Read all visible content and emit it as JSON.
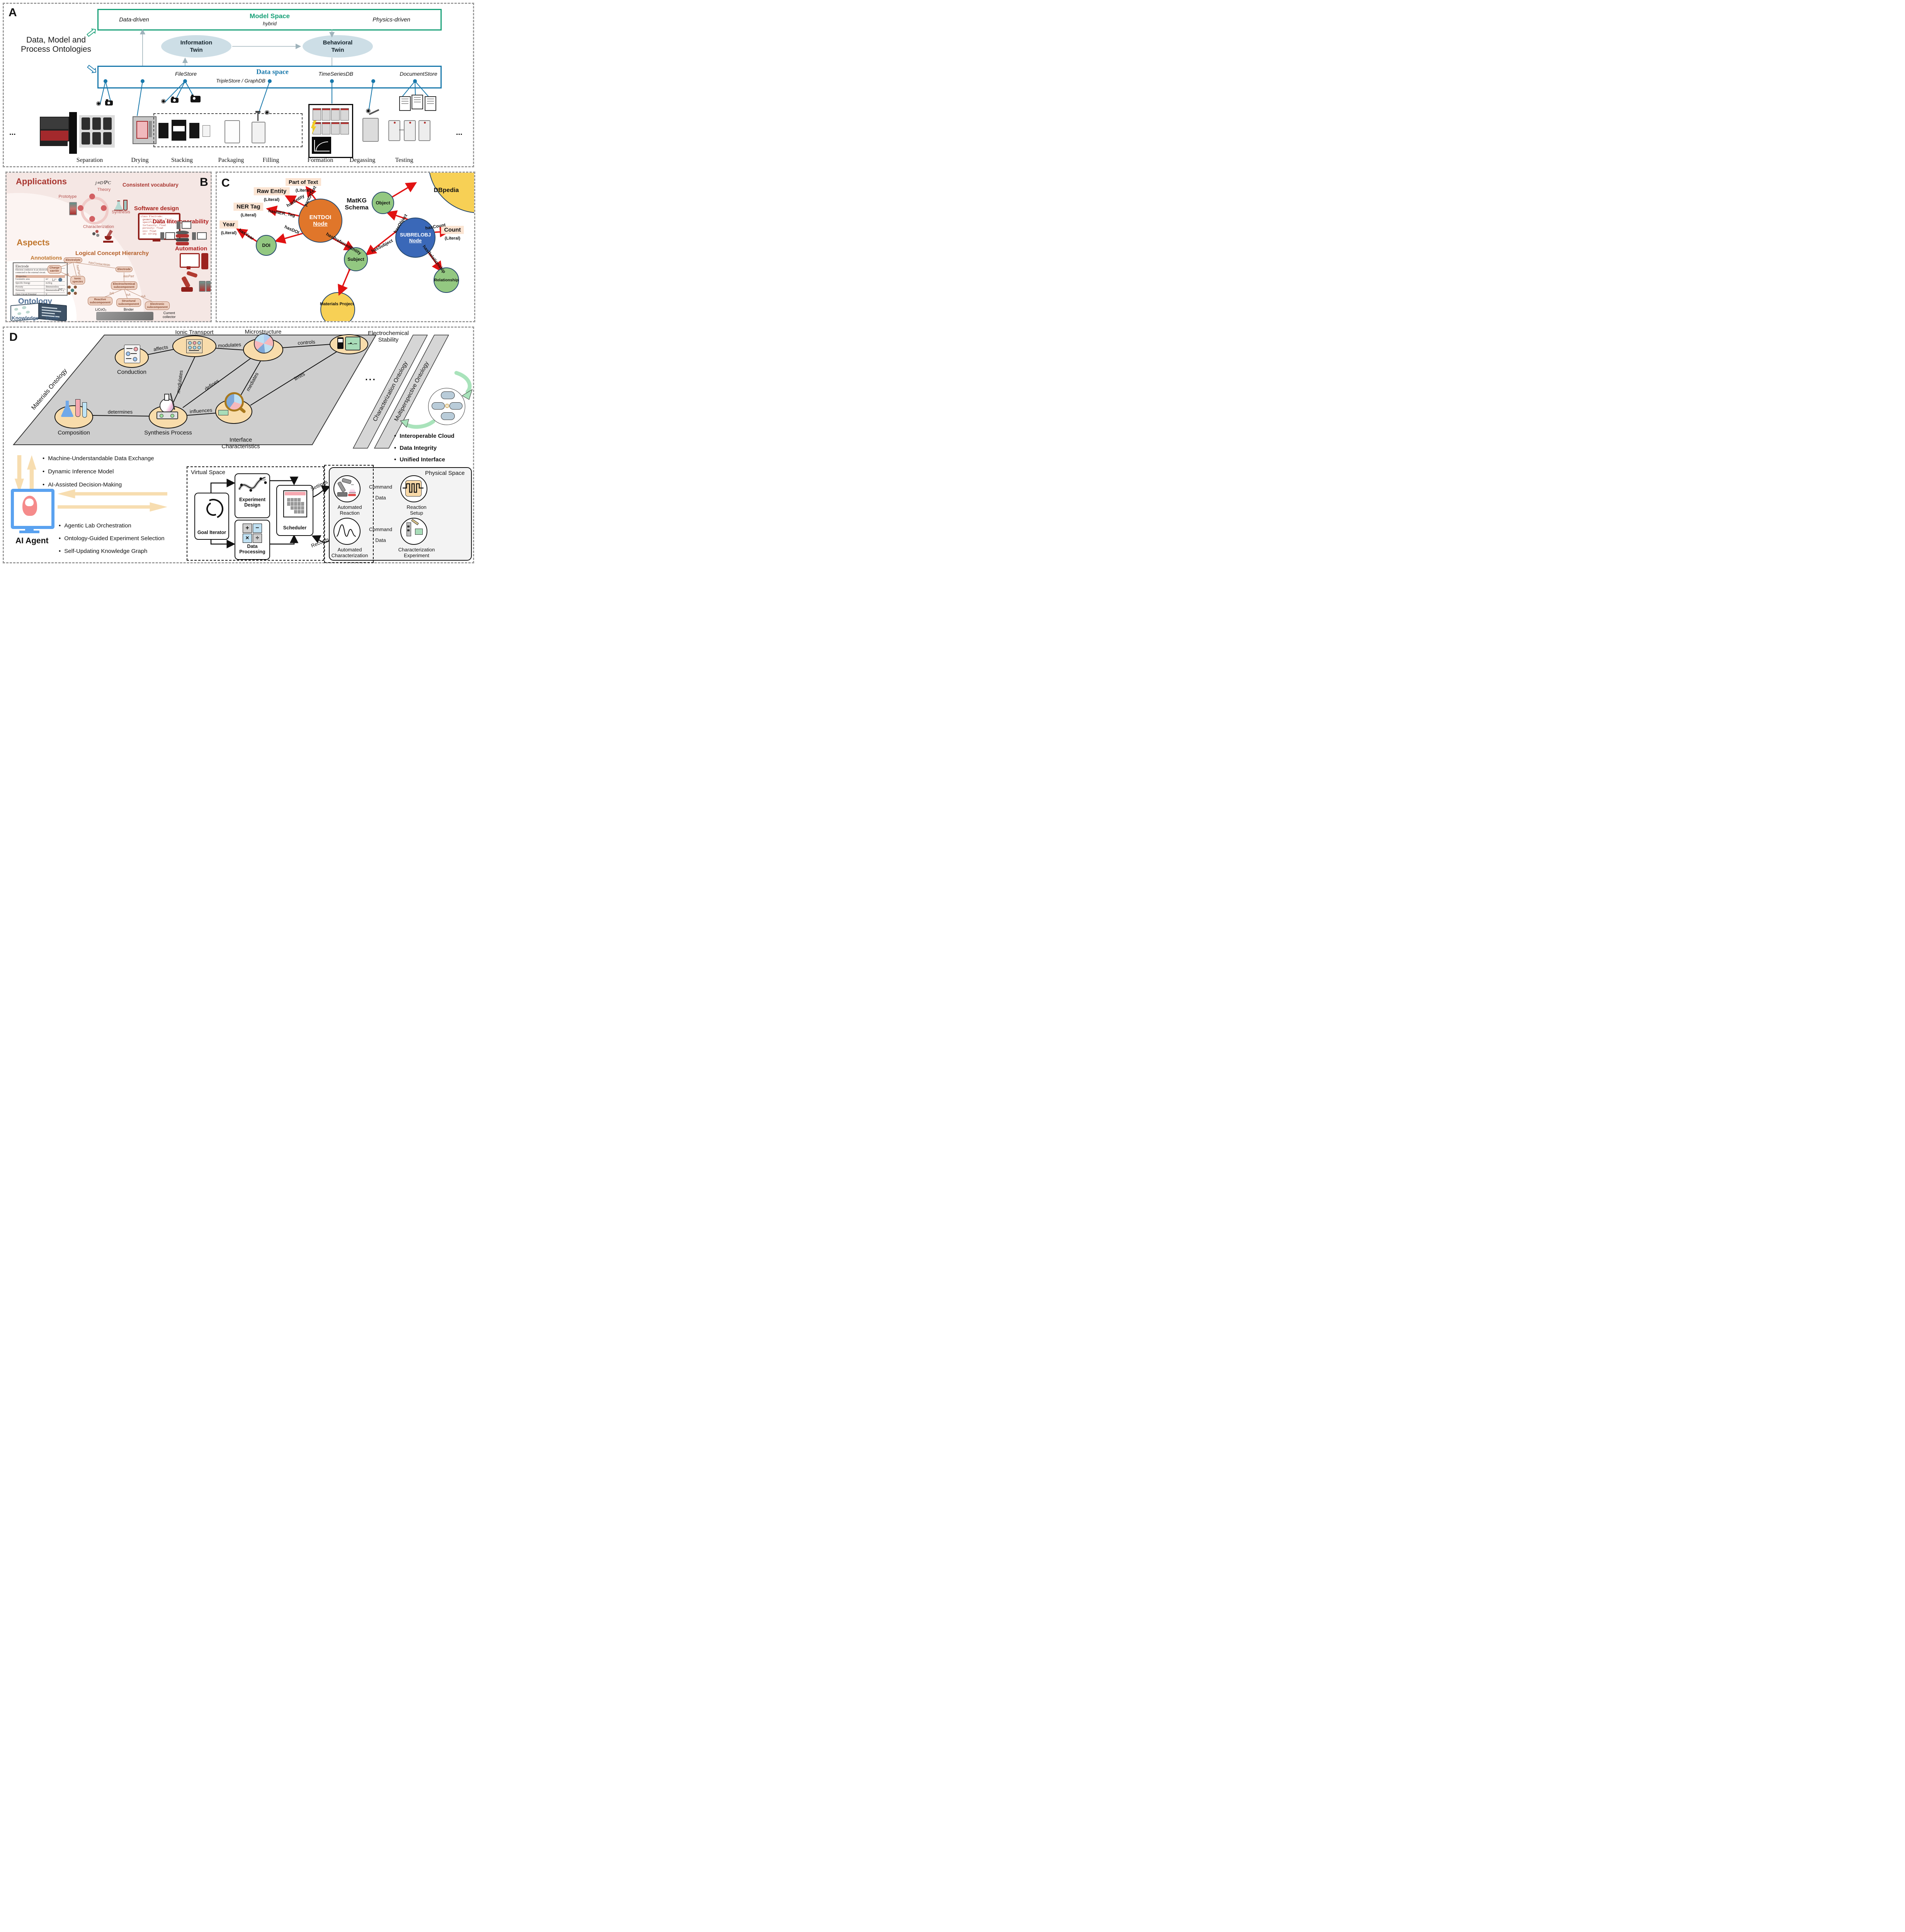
{
  "glyphs": {
    "lens": "◉",
    "block_arrow": "⇨",
    "gear": "⚙",
    "ellipsis": "...",
    "dash": "—"
  },
  "panelA": {
    "label": "A",
    "title_line1": "Data, Model and",
    "title_line2": "Process Ontologies",
    "model_space": {
      "title": "Model Space",
      "subtitle": "hybrid",
      "left_label": "Data-driven",
      "right_label": "Physics-driven"
    },
    "information_twin_line1": "Information",
    "information_twin_line2": "Twin",
    "behavioral_twin_line1": "Behavioral",
    "behavioral_twin_line2": "Twin",
    "data_space": {
      "title": "Data space",
      "subtitle": "TripleStore / GraphDB",
      "file_store": "FileStore",
      "timeseries_db": "TimeSeriesDB",
      "document_store": "DocumentStore"
    },
    "process_steps": [
      "Separation",
      "Drying",
      "Stacking",
      "Packaging",
      "Filling",
      "Formation",
      "Degassing",
      "Testing"
    ]
  },
  "panelB": {
    "label": "B",
    "applications_heading": "Applications",
    "consistent_vocabulary": "Consistent vocabulary",
    "cycle": {
      "formula": "j∝D∇²C",
      "theory": "Theory",
      "prototype": "Prototype",
      "synthesis": "Synthesis",
      "characterization": "Characterization"
    },
    "software_design_heading": "Software design",
    "code_lines": [
      "class Electrode:",
      "geometric_area: float",
      "specific_energy: float",
      "tortuosity: float",
      "porosity: float",
      "ocv: float",
      "id: string"
    ],
    "aspects_heading": "Aspects",
    "annotations_heading": "Annotations",
    "annotation_card": {
      "title": "Electrode",
      "description": "Electron conductor in an electrochemical cell connected to the external circuit.",
      "properties_header": "Properties",
      "rows": [
        {
          "name": "Geometric area",
          "unit": "m²"
        },
        {
          "name": "Specific Energy",
          "unit": "mAh/g"
        },
        {
          "name": "Porosity",
          "unit": "dimensionless"
        },
        {
          "name": "Tortuosity",
          "unit": "dimensionless"
        },
        {
          "name": "Open Circuit Potential",
          "unit": "V"
        }
      ]
    },
    "data_interoperability_heading": "Data Interoperability",
    "hierarchy_heading": "Logical Concept Hierarchy",
    "hierarchy": {
      "electrolyte": "Electrolyte",
      "has_contact_with": "hasContactWith",
      "electrode": "Electrode",
      "has_part_left": "hasPart",
      "has_part_right": "hasPart",
      "is_a_left": "isA",
      "charge_carrier_line1": "Charge",
      "charge_carrier_line2": "carrier",
      "ionic_species_line1": "Ionic",
      "ionic_species_line2": "species",
      "li_ion": "Li⁺",
      "pf6": "PF₆⁻",
      "electrochemical_sub_line1": "Electrochemical",
      "electrochemical_sub_line2": "subcomponent",
      "is_a_1": "isA",
      "is_a_2": "isA",
      "is_a_3": "isA",
      "reactive_sub_line1": "Reactive",
      "reactive_sub_line2": "subcomponent",
      "structural_sub_line1": "Structural",
      "structural_sub_line2": "subcomponent",
      "electronic_sub_line1": "Electronic",
      "electronic_sub_line2": "subcomponent",
      "licoo2": "LiCoO₂",
      "binder": "Binder",
      "current_collector_line1": "Current",
      "current_collector_line2": "collector"
    },
    "automation_heading": "Automation",
    "ontology_heading": "Ontology",
    "knowledge_label": "Knowledge",
    "code_label": "Code"
  },
  "panelC": {
    "label": "C",
    "schema_title_line1": "MatKG",
    "schema_title_line2": "Schema",
    "literal": "(Literal)",
    "nodes": {
      "part_of_text": "Part of Text",
      "raw_entity": "Raw Entity",
      "ner_tag": "NER Tag",
      "year": "Year",
      "doi": "DOI",
      "entdoi_line1": "ENTDOI",
      "entdoi_line2": "Node",
      "dbpedia": "DBpedia",
      "object": "Object",
      "subrelobj_line1": "SUBRELOBJ",
      "subrelobj_line2": "Node",
      "count": "Count",
      "subject": "Subject",
      "materials_project": "Materials Project",
      "relationship": "Relationship"
    },
    "edges": {
      "part_of_text": "partOfText",
      "has_entity": "hasEntity",
      "has_ner_tag": "hasNER_Tag",
      "has_doi": "hasDOI",
      "has_year": "hasYear",
      "has_preferred_entity": "hasPreferredEntity",
      "has_subject": "hasSubject",
      "has_object": "hasObject",
      "has_count": "hasCount",
      "has_relationship": "hasRelationship"
    }
  },
  "panelD": {
    "label": "D",
    "planes": {
      "materials": "Materials Ontology",
      "characterization": "Characterization Ontology",
      "multiperspective": "Multiperspective Ontology",
      "ellipsis": "..."
    },
    "nodes": {
      "ionic_transport": "Ionic Transport",
      "microstructure": "Microstructure",
      "electrochemical_stability_line1": "Electrochemical",
      "electrochemical_stability_line2": "Stability",
      "conduction": "Conduction",
      "composition": "Composition",
      "synthesis_process": "Synthesis Process",
      "interface_line1": "Interface",
      "interface_line2": "Characteristics"
    },
    "edges": {
      "affects": "affects",
      "modulates_top": "modulates",
      "controls": "controls",
      "modulates_vertical": "modulates",
      "defines": "defines",
      "mediates": "mediates",
      "limits": "limits",
      "determines": "determines",
      "influences": "influences"
    },
    "cloud_bullets": [
      "Interoperable Cloud",
      "Data Integrity",
      "Unified Interface"
    ],
    "left_bullets": [
      "Machine-Understandable Data Exchange",
      "Dynamic Inference Model",
      "AI-Assisted Decision-Making"
    ],
    "agent_bullets": [
      "Agentic Lab Orchestration",
      "Ontology-Guided Experiment Selection",
      "Self-Updating Knowledge Graph"
    ],
    "ai_agent_label": "AI Agent",
    "virtual_space": {
      "title": "Virtual Space",
      "goal_iterator": "Goal Iterator",
      "experiment_design_line1": "Experiment",
      "experiment_design_line2": "Design",
      "data_processing_line1": "Data",
      "data_processing_line2": "Processing",
      "scheduler": "Scheduler",
      "settings": "Settings",
      "records": "Records",
      "calc_plus": "+",
      "calc_minus": "−",
      "calc_times": "×",
      "calc_divide": "÷"
    },
    "physical_space": {
      "title": "Physical Space",
      "automated_reaction_line1": "Automated",
      "automated_reaction_line2": "Reaction",
      "reaction_setup_line1": "Reaction",
      "reaction_setup_line2": "Setup",
      "automated_characterization_line1": "Automated",
      "automated_characterization_line2": "Characterization",
      "characterization_experiment_line1": "Characterization",
      "characterization_experiment_line2": "Experiment",
      "command_top": "Command",
      "data_top": "Data",
      "command_bottom": "Command",
      "data_bottom": "Data"
    }
  }
}
